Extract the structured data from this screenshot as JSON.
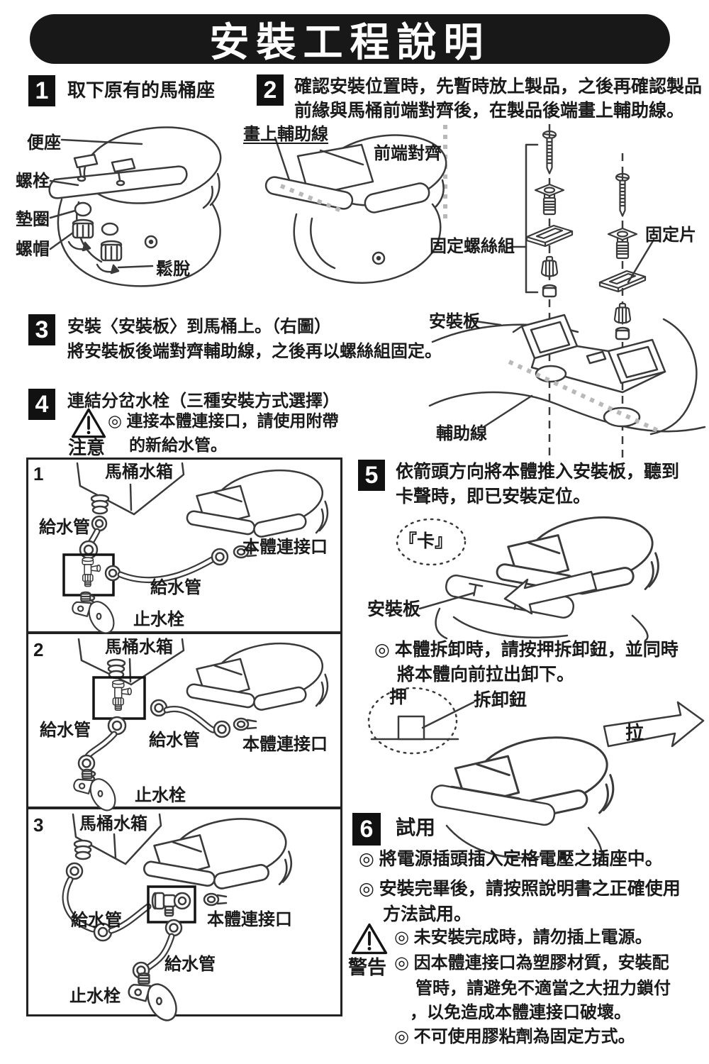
{
  "title": "安裝工程說明",
  "step1": {
    "num": "1",
    "heading": "取下原有的馬桶座",
    "labels": {
      "seat": "便座",
      "bolt": "螺栓",
      "washer": "墊圈",
      "nut": "螺帽",
      "loosen": "鬆脫"
    }
  },
  "step2": {
    "num": "2",
    "line1": "確認安裝位置時，先暫時放上製品，之後再確認製品",
    "line2": "前緣與馬桶前端對齊後，在製品後端畫上輔助線。",
    "labels": {
      "draw_aux_line": "畫上輔助線",
      "front_align": "前端對齊"
    }
  },
  "mount_diagram": {
    "labels": {
      "screw_set": "固定螺絲組",
      "fixing_piece": "固定片",
      "mount_plate": "安裝板",
      "aux_line": "輔助線"
    }
  },
  "step3": {
    "num": "3",
    "line1": "安裝〈安裝板〉到馬桶上。（右圖）",
    "line2": "將安裝板後端對齊輔助線，之後再以螺絲組固定。"
  },
  "step4": {
    "num": "4",
    "heading": "連結分岔水栓（三種安裝方式選擇）",
    "caution": {
      "label": "注意",
      "line1": "◎ 連接本體連接口，請使用附帶",
      "line2": "的新給水管。"
    }
  },
  "options": [
    {
      "num": "1",
      "tank": "馬桶水箱",
      "hose_left": "給水管",
      "hose_right": "給水管",
      "body_port": "本體連接口",
      "stop_valve": "止水栓"
    },
    {
      "num": "2",
      "tank": "馬桶水箱",
      "hose_left": "給水管",
      "hose_right": "給水管",
      "body_port": "本體連接口",
      "stop_valve": "止水栓"
    },
    {
      "num": "3",
      "tank": "馬桶水箱",
      "hose_left": "給水管",
      "hose_right": "給水管",
      "body_port": "本體連接口",
      "stop_valve": "止水栓"
    }
  ],
  "step5": {
    "num": "5",
    "line1": "依箭頭方向將本體推入安裝板，聽到",
    "line2": "卡聲時，即已安裝定位。",
    "labels": {
      "click": "『卡』",
      "mount_plate": "安裝板"
    }
  },
  "detach": {
    "line1": "◎ 本體拆卸時，請按押拆卸鈕，並同時",
    "line2": "將本體向前拉出卸下。",
    "labels": {
      "push": "押",
      "release_button": "拆卸鈕",
      "pull": "拉"
    }
  },
  "step6": {
    "num": "6",
    "heading": "試用",
    "bullet1": "◎ 將電源插頭插入定格電壓之插座中。",
    "bullet2_line1": "◎ 安裝完畢後，請按照說明書之正確使用",
    "bullet2_line2": "方法試用。"
  },
  "warning": {
    "label": "警告",
    "bullet1": "◎ 未安裝完成時，請勿插上電源。",
    "bullet2_line1": "◎ 因本體連接口為塑膠材質，安裝配",
    "bullet2_line2": "管時，請避免不適當之大扭力鎖付",
    "bullet2_line3": "，以免造成本體連接口破壞。",
    "bullet3": "◎ 不可使用膠粘劑為固定方式。"
  },
  "colors": {
    "ink": "#1a1a1a",
    "line": "#3a3a3a",
    "dotted": "#b9b9b9"
  }
}
